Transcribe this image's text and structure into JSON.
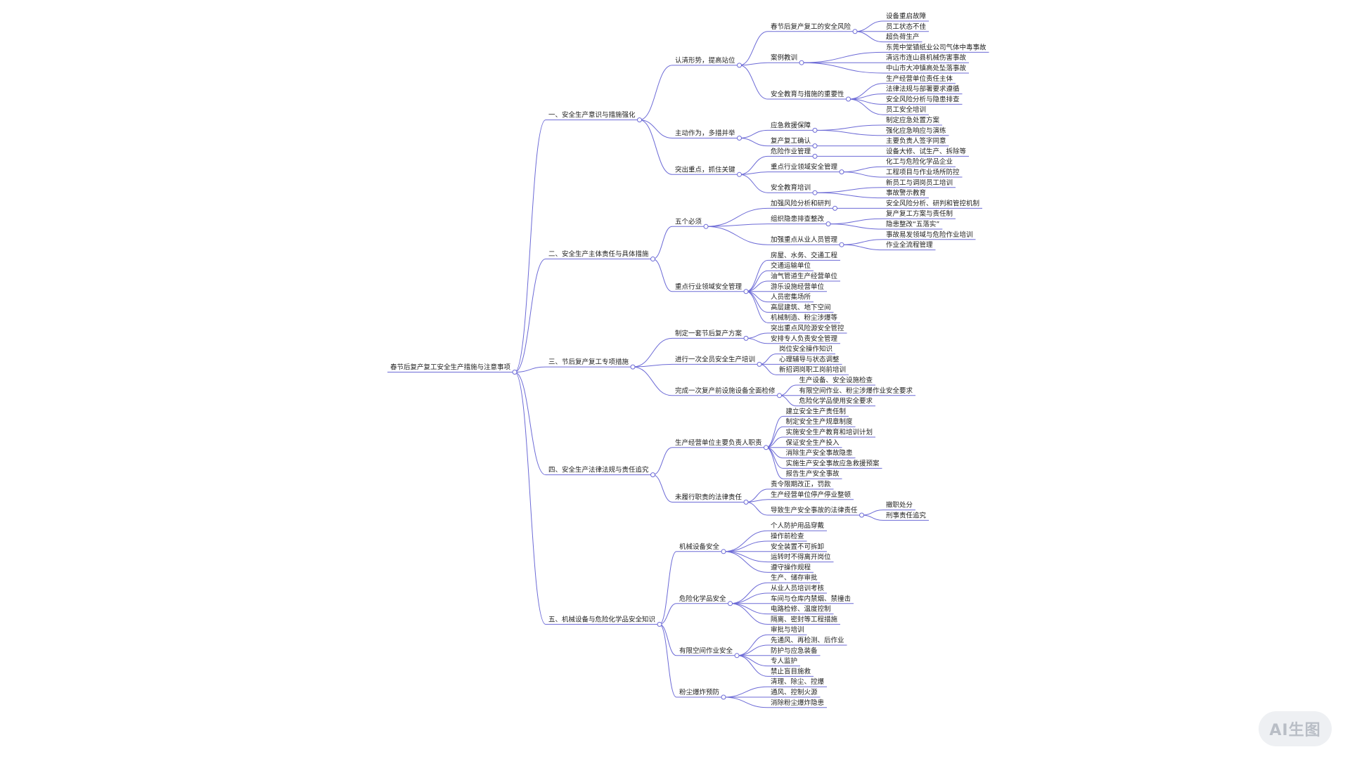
{
  "mindmap": {
    "root": {
      "label": "春节后复产复工安全生产措施与注意事项",
      "children": [
        {
          "label": "一、安全生产意识与措施强化",
          "children": [
            {
              "label": "认清形势，提高站位",
              "children": [
                {
                  "label": "春节后复产复工的安全风险",
                  "children": [
                    {
                      "label": "设备重启故障"
                    },
                    {
                      "label": "员工状态不佳"
                    },
                    {
                      "label": "超负荷生产"
                    }
                  ]
                },
                {
                  "label": "案例教训",
                  "children": [
                    {
                      "label": "东莞中堂镇纸业公司气体中毒事故"
                    },
                    {
                      "label": "清远市连山县机械伤害事故"
                    },
                    {
                      "label": "中山市大冲镇高处坠落事故"
                    }
                  ]
                },
                {
                  "label": "安全教育与措施的重要性",
                  "children": [
                    {
                      "label": "生产经营单位责任主体"
                    },
                    {
                      "label": "法律法规与部署要求遵循"
                    },
                    {
                      "label": "安全风险分析与隐患排查"
                    },
                    {
                      "label": "员工安全培训"
                    }
                  ]
                }
              ]
            },
            {
              "label": "主动作为，多措并举",
              "children": [
                {
                  "label": "应急救援保障",
                  "children": [
                    {
                      "label": "制定应急处置方案"
                    },
                    {
                      "label": "强化应急响应与演练"
                    }
                  ]
                },
                {
                  "label": "复产复工确认",
                  "children": [
                    {
                      "label": "主要负责人签字同意"
                    }
                  ]
                }
              ]
            },
            {
              "label": "突出重点，抓住关键",
              "children": [
                {
                  "label": "危险作业管理",
                  "children": [
                    {
                      "label": "设备大修、试生产、拆除等"
                    }
                  ]
                },
                {
                  "label": "重点行业领域安全管理",
                  "children": [
                    {
                      "label": "化工与危险化学品企业"
                    },
                    {
                      "label": "工程项目与作业场所防控"
                    }
                  ]
                },
                {
                  "label": "安全教育培训",
                  "children": [
                    {
                      "label": "新员工与调岗员工培训"
                    },
                    {
                      "label": "事故警示教育"
                    }
                  ]
                }
              ]
            }
          ]
        },
        {
          "label": "二、安全生产主体责任与具体措施",
          "children": [
            {
              "label": "五个必须",
              "children": [
                {
                  "label": "加强风险分析和研判",
                  "children": [
                    {
                      "label": "安全风险分析、研判和管控机制"
                    }
                  ]
                },
                {
                  "label": "组织隐患排查整改",
                  "children": [
                    {
                      "label": "复产复工方案与责任制"
                    },
                    {
                      "label": "隐患整改“五落实”"
                    }
                  ]
                },
                {
                  "label": "加强重点从业人员管理",
                  "children": [
                    {
                      "label": "事故易发领域与危险作业培训"
                    },
                    {
                      "label": "作业全流程管理"
                    }
                  ]
                }
              ]
            },
            {
              "label": "重点行业领域安全管理",
              "children": [
                {
                  "label": "房屋、水务、交通工程"
                },
                {
                  "label": "交通运输单位"
                },
                {
                  "label": "油气管道生产经营单位"
                },
                {
                  "label": "游乐设施经营单位"
                },
                {
                  "label": "人员密集场所"
                },
                {
                  "label": "高层建筑、地下空间"
                },
                {
                  "label": "机械制造、粉尘涉爆等"
                }
              ]
            }
          ]
        },
        {
          "label": "三、节后复产复工专项措施",
          "children": [
            {
              "label": "制定一套节后复产方案",
              "children": [
                {
                  "label": "突出重点风险源安全管控"
                },
                {
                  "label": "安排专人负责安全管理"
                }
              ]
            },
            {
              "label": "进行一次全员安全生产培训",
              "children": [
                {
                  "label": "岗位安全操作知识"
                },
                {
                  "label": "心理辅导与状态调整"
                },
                {
                  "label": "新招调岗职工岗前培训"
                }
              ]
            },
            {
              "label": "完成一次复产前设施设备全面检修",
              "children": [
                {
                  "label": "生产设备、安全设施检查"
                },
                {
                  "label": "有限空间作业、粉尘涉爆作业安全要求"
                },
                {
                  "label": "危险化学品使用安全要求"
                }
              ]
            }
          ]
        },
        {
          "label": "四、安全生产法律法规与责任追究",
          "children": [
            {
              "label": "生产经营单位主要负责人职责",
              "children": [
                {
                  "label": "建立安全生产责任制"
                },
                {
                  "label": "制定安全生产规章制度"
                },
                {
                  "label": "实施安全生产教育和培训计划"
                },
                {
                  "label": "保证安全生产投入"
                },
                {
                  "label": "消除生产安全事故隐患"
                },
                {
                  "label": "实施生产安全事故应急救援预案"
                },
                {
                  "label": "报告生产安全事故"
                }
              ]
            },
            {
              "label": "未履行职责的法律责任",
              "children": [
                {
                  "label": "责令限期改正，罚款"
                },
                {
                  "label": "生产经营单位停产停业整顿"
                },
                {
                  "label": "导致生产安全事故的法律责任",
                  "children": [
                    {
                      "label": "撤职处分"
                    },
                    {
                      "label": "刑事责任追究"
                    }
                  ]
                }
              ]
            }
          ]
        },
        {
          "label": "五、机械设备与危险化学品安全知识",
          "children": [
            {
              "label": "机械设备安全",
              "children": [
                {
                  "label": "个人防护用品穿戴"
                },
                {
                  "label": "操作前检查"
                },
                {
                  "label": "安全装置不可拆卸"
                },
                {
                  "label": "运转时不得离开岗位"
                },
                {
                  "label": "遵守操作规程"
                }
              ]
            },
            {
              "label": "危险化学品安全",
              "children": [
                {
                  "label": "生产、储存审批"
                },
                {
                  "label": "从业人员培训考核"
                },
                {
                  "label": "车间与仓库内禁烟、禁撞击"
                },
                {
                  "label": "电路检修、温度控制"
                },
                {
                  "label": "隔离、密封等工程措施"
                }
              ]
            },
            {
              "label": "有限空间作业安全",
              "children": [
                {
                  "label": "审批与培训"
                },
                {
                  "label": "先通风、再检测、后作业"
                },
                {
                  "label": "防护与应急装备"
                },
                {
                  "label": "专人监护"
                },
                {
                  "label": "禁止盲目施救"
                }
              ]
            },
            {
              "label": "粉尘爆炸预防",
              "children": [
                {
                  "label": "清理、除尘、控爆"
                },
                {
                  "label": "通风、控制火源"
                },
                {
                  "label": "消除粉尘爆炸隐患"
                }
              ]
            }
          ]
        }
      ]
    }
  },
  "badge": {
    "text": "AI生图"
  },
  "colors": {
    "edge": "#6c6ad6",
    "text": "#222222",
    "badge_bg": "#eef0f3",
    "badge_text": "#b9bec6"
  }
}
